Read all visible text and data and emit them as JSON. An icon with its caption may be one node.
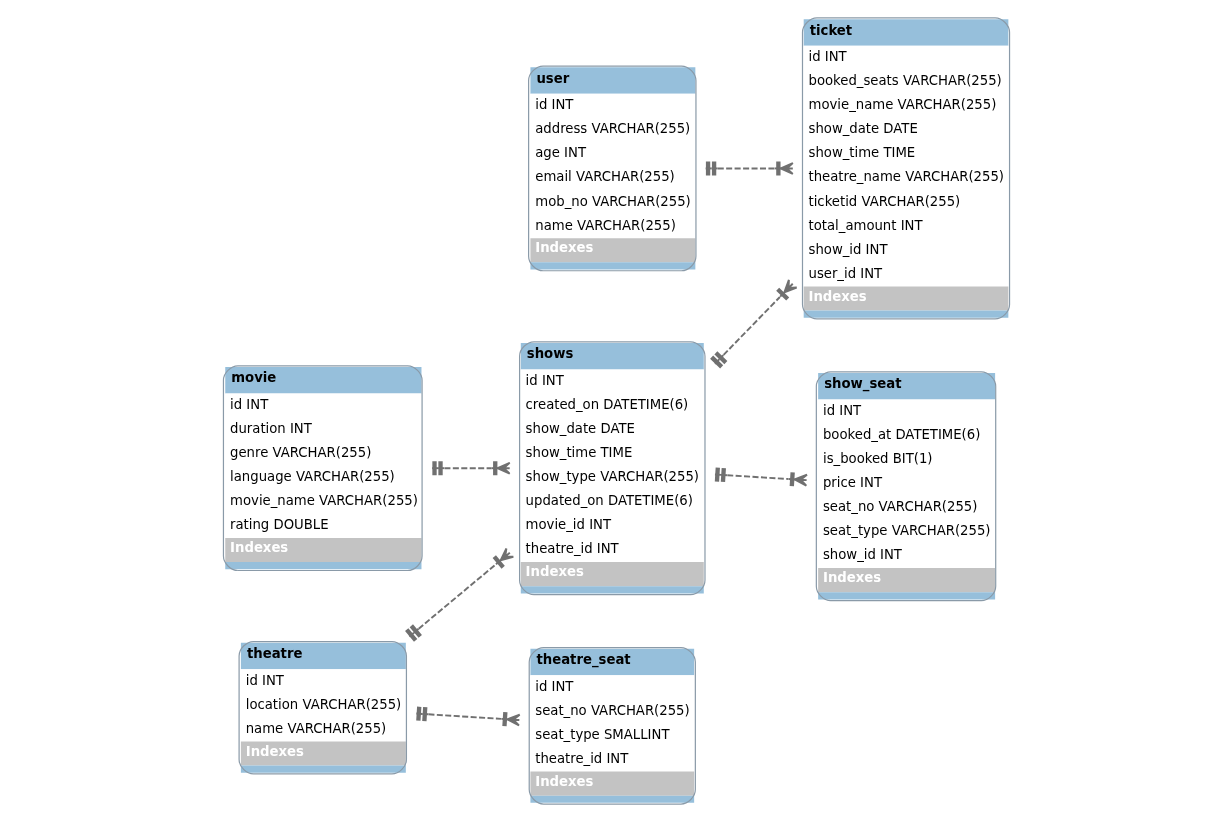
{
  "diagram": {
    "nodes": [
      {
        "text": [
          "user",
          "id INT",
          "address VARCHAR(255)",
          "age INT",
          "email VARCHAR(255)",
          "mob_no VARCHAR(255)",
          "name VARCHAR(255)",
          "Indexes"
        ]
      },
      {
        "text": [
          "ticket",
          "id INT",
          "booked_seats VARCHAR(255)",
          "movie_name VARCHAR(255)",
          "show_date DATE",
          "show_time TIME",
          "theatre_name VARCHAR(255)",
          "ticketid VARCHAR(255)",
          "total_amount INT",
          "show_id INT",
          "user_id INT",
          "Indexes"
        ]
      },
      {
        "text": [
          "shows",
          "id INT",
          "created_on DATETIME(6)",
          "show_date DATE",
          "show_time TIME",
          "show_type VARCHAR(255)",
          "updated_on DATETIME(6)",
          "movie_id INT",
          "theatre_id INT",
          "Indexes"
        ]
      },
      {
        "text": [
          "show_seat",
          "id INT",
          "booked_at DATETIME(6)",
          "is_booked BIT(1)",
          "price INT",
          "seat_no VARCHAR(255)",
          "seat_type VARCHAR(255)",
          "show_id INT",
          "Indexes"
        ]
      },
      {
        "text": [
          "theatre",
          "id INT",
          "location VARCHAR(255)",
          "name VARCHAR(255)",
          "Indexes"
        ]
      },
      {
        "text": [
          "movie",
          "id INT",
          "duration INT",
          "genre VARCHAR(255)",
          "language VARCHAR(255)",
          "movie_name VARCHAR(255)",
          "rating DOUBLE",
          "Indexes"
        ]
      },
      {
        "text": [
          "theatre_seat",
          "id INT",
          "seat_no VARCHAR(255)",
          "seat_type SMALLINT",
          "theatre_id INT",
          "Indexes"
        ]
      }
    ],
    "edges": [
      {
        "from": 0,
        "to": 1,
        "arrow": "other",
        "style": "dashed"
      },
      {
        "from": 2,
        "to": 1,
        "arrow": "other",
        "style": "dashed"
      },
      {
        "from": 2,
        "to": 3,
        "arrow": "other",
        "style": "dashed"
      },
      {
        "from": 5,
        "to": 2,
        "arrow": "other",
        "style": "dashed"
      },
      {
        "from": 4,
        "to": 2,
        "arrow": "other",
        "style": "dashed"
      },
      {
        "from": 4,
        "to": 6,
        "arrow": "other",
        "style": "dashed"
      }
    ]
  }
}
